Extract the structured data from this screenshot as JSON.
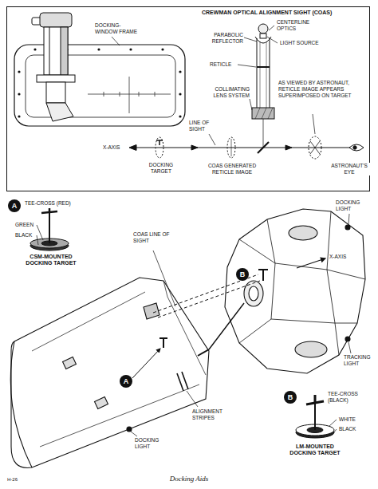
{
  "diagram": {
    "caption": "Docking Aids",
    "nodes": [
      {
        "text": [
          "CREWMAN OPTICAL ALIGNMENT SIGHT (COAS)"
        ]
      },
      {
        "text": [
          "A"
        ]
      },
      {
        "text": [
          "B"
        ]
      },
      {
        "text": [
          "A"
        ]
      },
      {
        "text": [
          "B"
        ]
      }
    ],
    "labels": [
      "DOCKING-WINDOW FRAME",
      "CENTERLINE OPTICS",
      "PARABOLIC REFLECTOR",
      "LIGHT SOURCE",
      "RETICLE",
      "COLLIMATING LENS SYSTEM",
      "AS VIEWED BY ASTRONAUT, RETICLE IMAGE APPEARS SUPERIMPOSED ON TARGET",
      "LINE OF SIGHT",
      "X-AXIS",
      "DOCKING TARGET",
      "COAS GENERATED RETICLE IMAGE",
      "ASTRONAUT'S EYE",
      "TEE-CROSS (RED)",
      "GREEN",
      "BLACK",
      "CSM-MOUNTED DOCKING TARGET",
      "COAS LINE OF SIGHT",
      "DOCKING LIGHT",
      "X-AXIS",
      "TRACKING LIGHT",
      "ALIGNMENT STRIPES",
      "DOCKING LIGHT",
      "TEE-CROSS (BLACK)",
      "WHITE",
      "BLACK",
      "LM-MOUNTED DOCKING TARGET",
      "H-26"
    ]
  }
}
